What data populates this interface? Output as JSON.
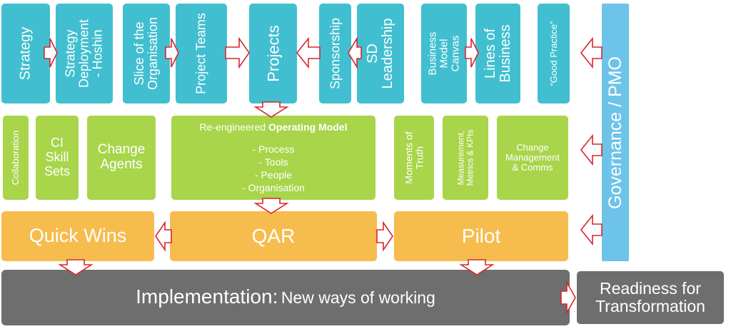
{
  "top_row": {
    "strategy": "Strategy",
    "strategy_deployment_l1": "Strategy",
    "strategy_deployment_l2": "Deployment",
    "strategy_deployment_l3": "- Hoshin",
    "slice_l1": "Slice of the",
    "slice_l2": "Organisation",
    "project_teams": "Project Teams",
    "projects": "Projects",
    "sponsorship": "Sponsorship",
    "sd_leadership_l1": "SD",
    "sd_leadership_l2": "Leadership",
    "bmc_l1": "Business",
    "bmc_l2": "Model",
    "bmc_l3": "Canvas",
    "lob_l1": "Lines of",
    "lob_l2": "Business",
    "good_practice": "“Good Practice”"
  },
  "middle_row": {
    "collaboration": "Collaboration",
    "ci_l1": "CI",
    "ci_l2": "Skill",
    "ci_l3": "Sets",
    "change_agents_l1": "Change",
    "change_agents_l2": "Agents",
    "operating_model_prefix": "Re-engineered ",
    "operating_model_bold": "Operating Model",
    "operating_model_items": [
      "- Process",
      "- Tools",
      "- People",
      "- Organisation"
    ],
    "moments_l1": "Moments of",
    "moments_l2": "Truth",
    "measurement_l1": "Measurement,",
    "measurement_l2": "Metrics & KPIs",
    "change_mgmt_l1": "Change",
    "change_mgmt_l2": "Management",
    "change_mgmt_l3": "& Comms"
  },
  "bottom_row": {
    "quick_wins": "Quick Wins",
    "qar": "QAR",
    "pilot": "Pilot"
  },
  "implementation": {
    "main": "Implementation:",
    "sub": "New ways of working"
  },
  "governance": "Governance / PMO",
  "readiness_l1": "Readiness for",
  "readiness_l2": "Transformation",
  "colors": {
    "teal": "#41BFD0",
    "green": "#A8D54A",
    "orange": "#F6BC4D",
    "grey": "#6E6E6E",
    "blue": "#6EC3E8",
    "arrow_stroke": "#D8262E"
  }
}
